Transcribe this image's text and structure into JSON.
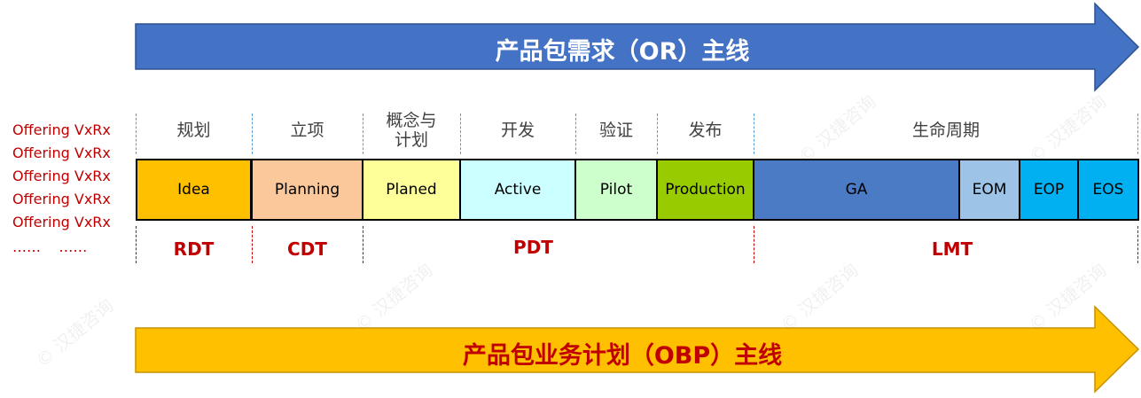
{
  "top_arrow": {
    "title": "产品包需求（OR）主线",
    "color": "#4472c4"
  },
  "bottom_arrow": {
    "title": "产品包业务计划（OBP）主线",
    "color": "#ffc000"
  },
  "offerings": [
    "Offering VxRx",
    "Offering VxRx",
    "Offering VxRx",
    "Offering VxRx",
    "Offering VxRx",
    "……    ……"
  ],
  "phases": [
    {
      "label": "规划"
    },
    {
      "label": "立项"
    },
    {
      "label": "概念与\n计划"
    },
    {
      "label": "开发"
    },
    {
      "label": "验证"
    },
    {
      "label": "发布"
    },
    {
      "label": "生命周期"
    }
  ],
  "stages": [
    {
      "label": "Idea",
      "color": "#ffc000"
    },
    {
      "label": "Planning",
      "color": "#fbc89b"
    },
    {
      "label": "Planed",
      "color": "#ffff99"
    },
    {
      "label": "Active",
      "color": "#ccffff"
    },
    {
      "label": "Pilot",
      "color": "#ccffcc"
    },
    {
      "label": "Production",
      "color": "#99cc00"
    },
    {
      "label": "GA",
      "color": "#4a7bc4"
    },
    {
      "label": "EOM",
      "color": "#9dc3e6"
    },
    {
      "label": "EOP",
      "color": "#00b0f0"
    },
    {
      "label": "EOS",
      "color": "#00b0f0"
    }
  ],
  "teams": [
    "RDT",
    "CDT",
    "PDT",
    "LMT"
  ],
  "watermark": "© 汉捷咨询"
}
